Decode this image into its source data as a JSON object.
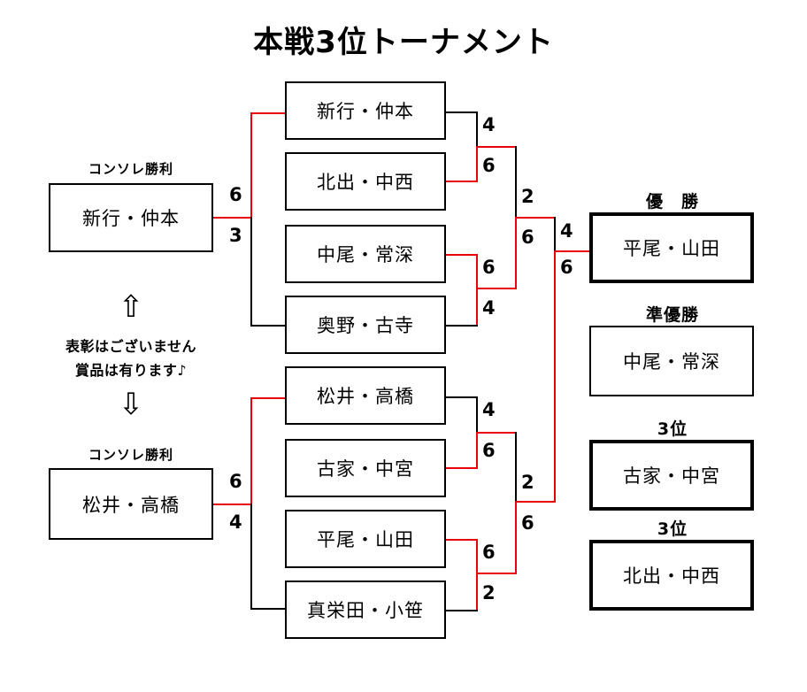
{
  "page": {
    "title": "本戦3位トーナメント",
    "accent_color": "#e8000b",
    "line_color": "#000000"
  },
  "consolation": {
    "top": {
      "caption": "コンソレ勝利",
      "team": "新行・仲本",
      "score_win": "6",
      "score_lose": "3"
    },
    "bottom": {
      "caption": "コンソレ勝利",
      "team": "松井・高橋",
      "score_win": "6",
      "score_lose": "4"
    }
  },
  "note": {
    "arrow_up": "⇧",
    "line1": "表彰はございません",
    "line2": "賞品は有ります♪",
    "arrow_down": "⇩"
  },
  "bracket": {
    "round1": [
      {
        "team": "新行・仲本",
        "score": "4"
      },
      {
        "team": "北出・中西",
        "score": "6"
      },
      {
        "team": "中尾・常深",
        "score": "6"
      },
      {
        "team": "奥野・古寺",
        "score": "4"
      },
      {
        "team": "松井・高橋",
        "score": "4"
      },
      {
        "team": "古家・中宮",
        "score": "6"
      },
      {
        "team": "平尾・山田",
        "score": "6"
      },
      {
        "team": "真栄田・小笹",
        "score": "2"
      }
    ],
    "semifinals": [
      {
        "score_top": "2",
        "score_bottom": "6"
      },
      {
        "score_top": "2",
        "score_bottom": "6"
      }
    ],
    "final": {
      "score_top": "4",
      "score_bottom": "6"
    }
  },
  "results": [
    {
      "caption": "優　勝",
      "team": "平尾・山田"
    },
    {
      "caption": "準優勝",
      "team": "中尾・常深"
    },
    {
      "caption": "3位",
      "team": "古家・中宮"
    },
    {
      "caption": "3位",
      "team": "北出・中西"
    }
  ]
}
